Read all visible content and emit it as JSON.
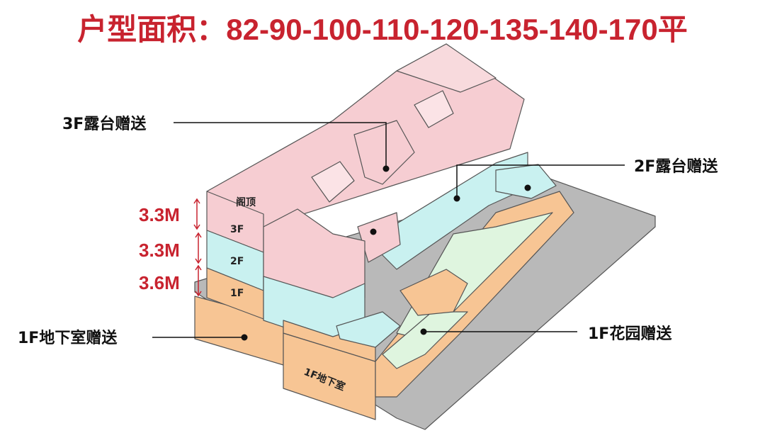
{
  "title": "户型面积：82-90-100-110-120-135-140-170平",
  "floor_labels": {
    "attic": "阁顶",
    "f3": "3F",
    "f2": "2F",
    "f1": "1F",
    "basement": "1F地下室"
  },
  "heights": [
    "3.3M",
    "3.3M",
    "3.6M"
  ],
  "callouts": {
    "terrace_3f": "3F露台赠送",
    "terrace_2f": "2F露台赠送",
    "basement_1f": "1F地下室赠送",
    "garden_1f": "1F花园赠送"
  },
  "colors": {
    "title": "#c8232f",
    "roof": "#f6cdd2",
    "f2": "#c9f1f0",
    "f1": "#f7c594",
    "slab": "#b9b9b9",
    "garden": "#dff5df"
  }
}
